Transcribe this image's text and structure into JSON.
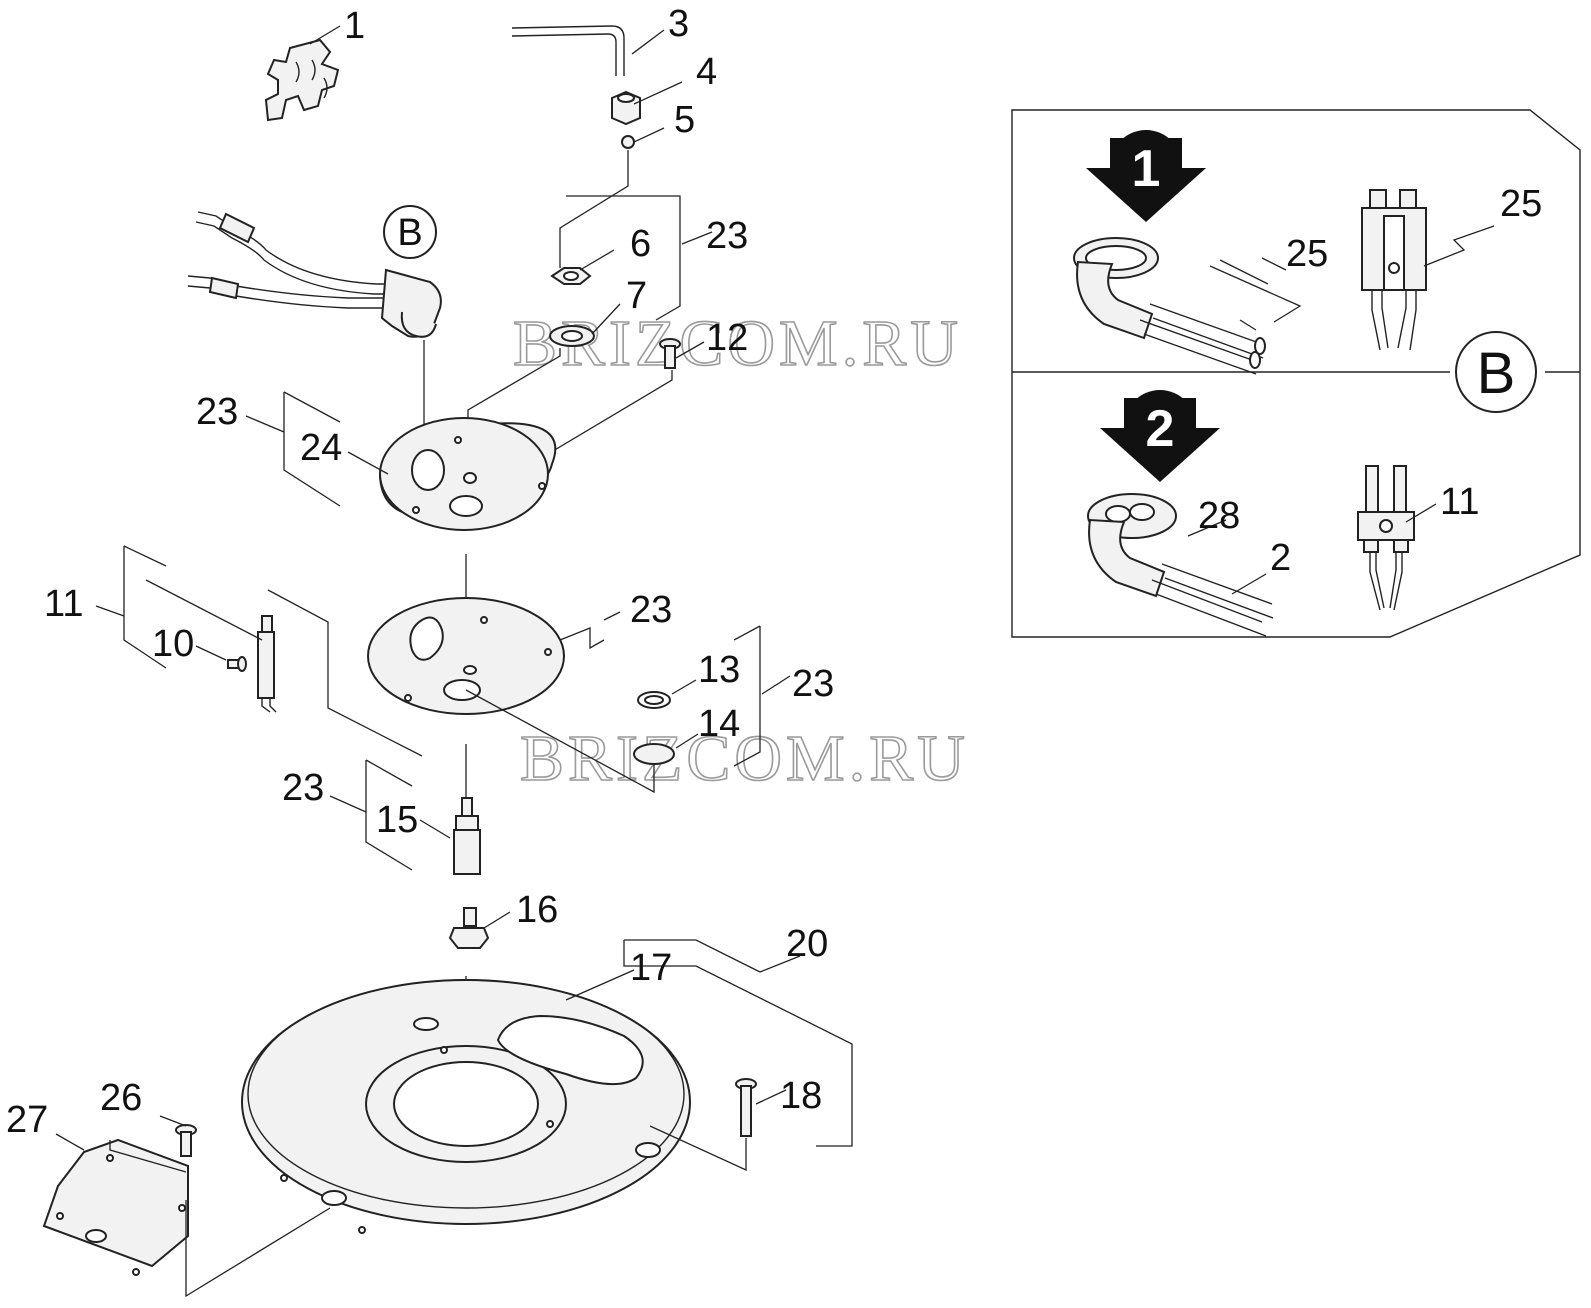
{
  "labels": {
    "p1": "1",
    "p3": "3",
    "p4": "4",
    "p5": "5",
    "p6": "6",
    "p7": "7",
    "p23a": "23",
    "p12": "12",
    "p23b": "23",
    "p24": "24",
    "p11": "11",
    "p10": "10",
    "p23c": "23",
    "p13": "13",
    "p23d": "23",
    "p14": "14",
    "p23e": "23",
    "p15": "15",
    "p16": "16",
    "p17": "17",
    "p20": "20",
    "p18": "18",
    "p26": "26",
    "p27": "27",
    "det_25a": "25",
    "det_25b": "25",
    "det_28": "28",
    "det_2": "2",
    "det_11": "11"
  },
  "detail": {
    "callout_letter": "B",
    "detail_letter": "B",
    "variant_1": "1",
    "variant_2": "2"
  },
  "watermark": {
    "top": "BRIZCOM.RU",
    "bottom": "BRIZCOM.RU"
  }
}
